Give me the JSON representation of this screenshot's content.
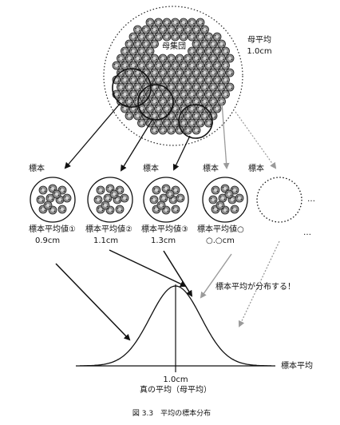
{
  "population": {
    "label": "母集団",
    "mean_title": "母平均",
    "mean_value": "1.0cm"
  },
  "samples": [
    {
      "tag": "標本",
      "mean_label": "標本平均値①",
      "mean_value": "0.9cm"
    },
    {
      "tag": "",
      "mean_label": "標本平均値②",
      "mean_value": "1.1cm"
    },
    {
      "tag": "標本",
      "mean_label": "標本平均値③",
      "mean_value": "1.3cm"
    },
    {
      "tag": "標本",
      "mean_label": "標本平均値○",
      "mean_value": "○.○cm"
    },
    {
      "tag": "標本",
      "mean_label": "",
      "mean_value": ""
    }
  ],
  "ellipsis": "…",
  "annotation": "標本平均が分布する！",
  "axis_label": "標本平均",
  "center_value": "1.0cm",
  "center_caption": "真の平均（母平均）",
  "figure_caption": "図 3.3　平均の標本分布"
}
